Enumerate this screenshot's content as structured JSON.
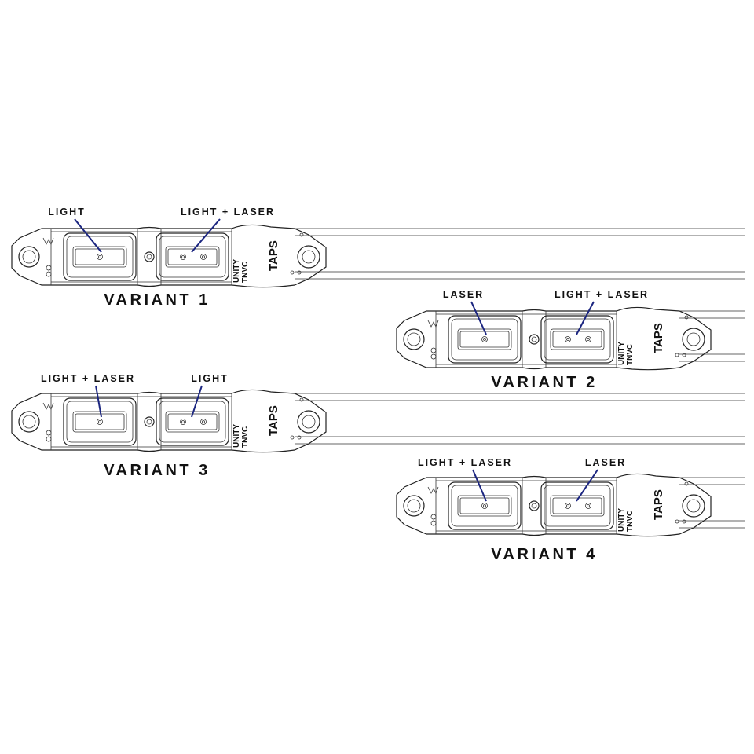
{
  "variants": [
    {
      "title": "VARIANT 1",
      "left_label": "LIGHT",
      "right_label": "LIGHT + LASER",
      "left_dots": 1,
      "right_dots": 2
    },
    {
      "title": "VARIANT 2",
      "left_label": "LASER",
      "right_label": "LIGHT + LASER",
      "left_dots": 1,
      "right_dots": 2
    },
    {
      "title": "VARIANT 3",
      "left_label": "LIGHT + LASER",
      "right_label": "LIGHT",
      "left_dots": 1,
      "right_dots": 2
    },
    {
      "title": "VARIANT 4",
      "left_label": "LIGHT + LASER",
      "right_label": "LASER",
      "left_dots": 1,
      "right_dots": 2
    }
  ],
  "brand": {
    "line1": "UNITY",
    "line2": "TNVC",
    "logo": "TAPS"
  },
  "colors": {
    "pointer": "#1b2580",
    "outline": "#222222"
  }
}
